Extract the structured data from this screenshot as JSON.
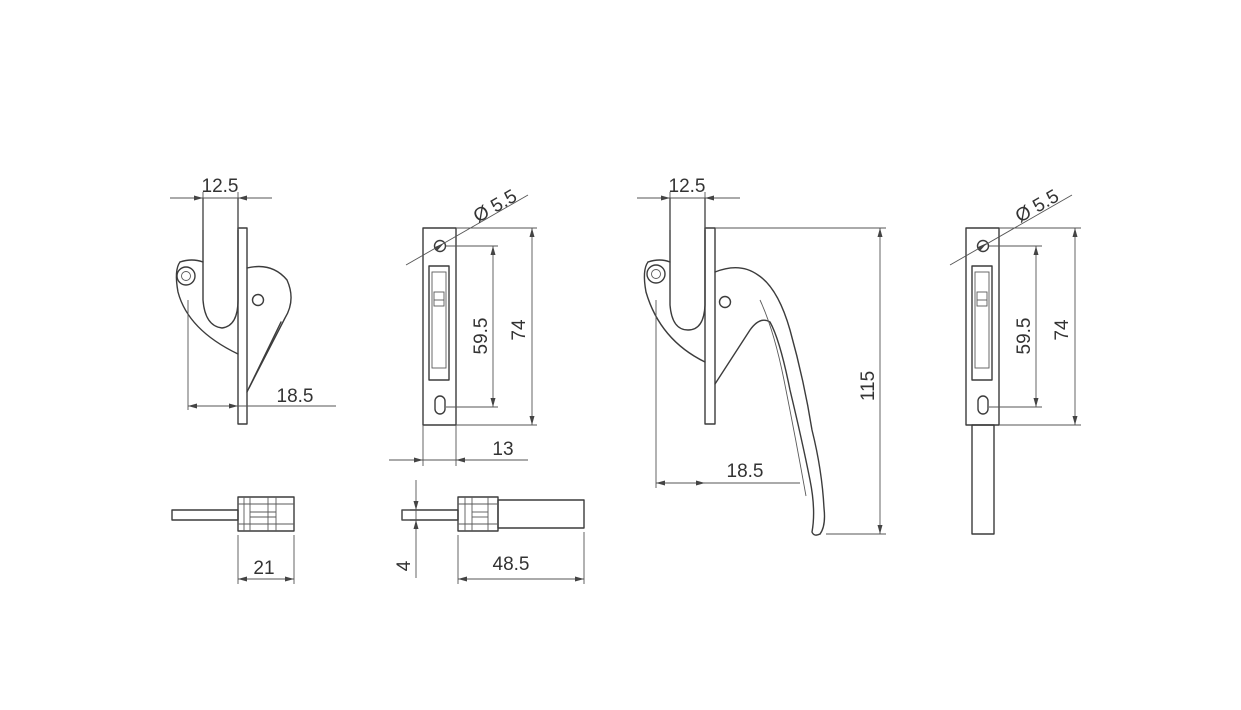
{
  "dimensions": {
    "left_top_width": "12.5",
    "left_offset": "18.5",
    "left_base": "21",
    "front_hole": "Ø 5.5",
    "front_inner_height": "59.5",
    "front_height": "74",
    "front_depth": "13",
    "side_thickness": "4",
    "side_length": "48.5",
    "handle_top_width": "12.5",
    "handle_offset": "18.5",
    "handle_height": "115",
    "right_hole": "Ø 5.5",
    "right_inner_height": "59.5",
    "right_height": "74"
  }
}
